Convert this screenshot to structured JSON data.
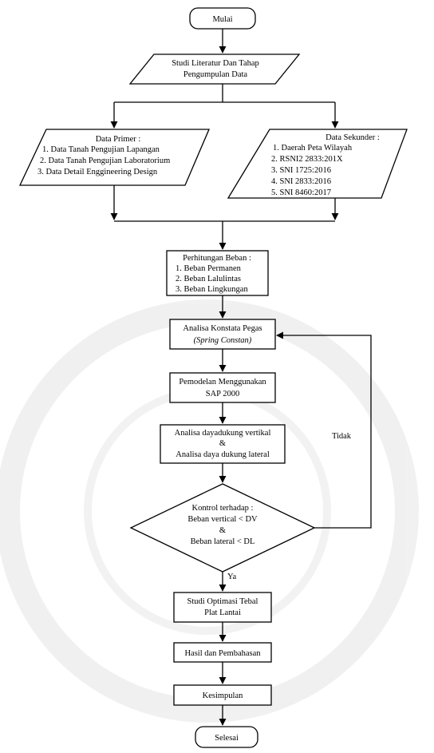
{
  "nodes": {
    "start": "Mulai",
    "literature": [
      "Studi Literatur Dan Tahap",
      "Pengumpulan Data"
    ],
    "primary": {
      "title": "Data Primer :",
      "items": [
        "1. Data Tanah Pengujian Lapangan",
        "2. Data Tanah Pengujian Laboratorium",
        "3. Data Detail Enggineering Design"
      ]
    },
    "secondary": {
      "title": "Data Sekunder :",
      "items": [
        "1. Daerah Peta Wilayah",
        "2. RSNI2 2833:201X",
        "3. SNI 1725:2016",
        "4. SNI 2833:2016",
        "5. SNI 8460:2017"
      ]
    },
    "load_calc": {
      "title": "Perhitungan Beban :",
      "items": [
        "1. Beban Permanen",
        "2. Beban Lalulintas",
        "3. Beban Lingkungan"
      ]
    },
    "spring": [
      "Analisa Konstata Pegas",
      "(Spring Constan)"
    ],
    "modeling": [
      "Pemodelan Menggunakan",
      "SAP 2000"
    ],
    "capacity": [
      "Analisa dayadukung vertikal",
      "&",
      "Analisa daya dukung lateral"
    ],
    "decision": [
      "Kontrol terhadap :",
      "Beban vertical < DV",
      "&",
      "Beban lateral < DL"
    ],
    "optimization": [
      "Studi Optimasi Tebal",
      "Plat Lantai"
    ],
    "results": "Hasil dan Pembahasan",
    "conclusion": "Kesimpulan",
    "end": "Selesai"
  },
  "edges": {
    "yes_label": "Ya",
    "no_label": "Tidak"
  }
}
